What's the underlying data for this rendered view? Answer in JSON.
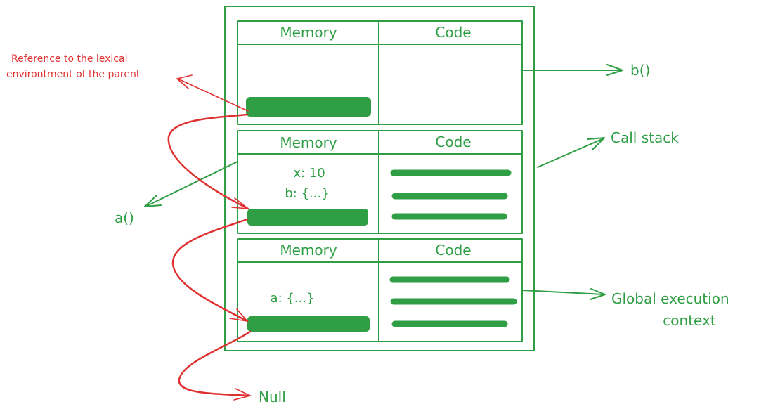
{
  "colors": {
    "green": "#2f9e44",
    "red": "#e03131",
    "background": "#ffffff"
  },
  "contexts": [
    {
      "name": "b-context",
      "memory_header": "Memory",
      "code_header": "Code",
      "memory_lines": [],
      "code_line_count": 0,
      "label": "b()"
    },
    {
      "name": "a-context",
      "memory_header": "Memory",
      "code_header": "Code",
      "memory_lines": [
        "x: 10",
        "b: {...}"
      ],
      "code_line_count": 3,
      "label": "a()"
    },
    {
      "name": "global-context",
      "memory_header": "Memory",
      "code_header": "Code",
      "memory_lines": [
        "a: {...}"
      ],
      "code_line_count": 3,
      "label": "Global execution context"
    }
  ],
  "labels": {
    "b_fn": "b()",
    "a_fn": "a()",
    "call_stack": "Call stack",
    "global_line1": "Global execution",
    "global_line2": "context",
    "reference_line1": "Reference to the lexical",
    "reference_line2": "environtment of the parent",
    "null": "Null"
  }
}
